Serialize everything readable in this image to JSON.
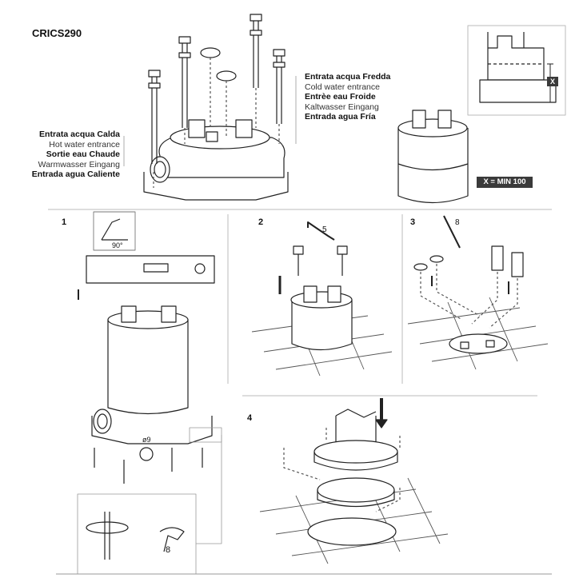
{
  "product_code": "CRICS290",
  "hot_water": {
    "it": "Entrata acqua Calda",
    "en": "Hot water entrance",
    "fr": "Sortie eau Chaude",
    "de": "Warmwasser Eingang",
    "es": "Entrada agua Caliente"
  },
  "cold_water": {
    "it": "Entrata acqua Fredda",
    "en": "Cold water entrance",
    "fr": "Entrèe eau Froide",
    "de": "Kaltwasser Eingang",
    "es": "Entrada agua Fría"
  },
  "min_label": "X = MIN 100",
  "x_label": "X",
  "steps": [
    "1",
    "2",
    "3",
    "4"
  ],
  "step1": {
    "diameter": "ø9",
    "angle": "90°",
    "wrench": "8"
  },
  "step2": {
    "key": "5"
  },
  "step3": {
    "key": "8"
  },
  "colors": {
    "ink": "#222222",
    "badge": "#3a3a3a",
    "grid": "#666666",
    "frame": "#bbbbbb"
  }
}
